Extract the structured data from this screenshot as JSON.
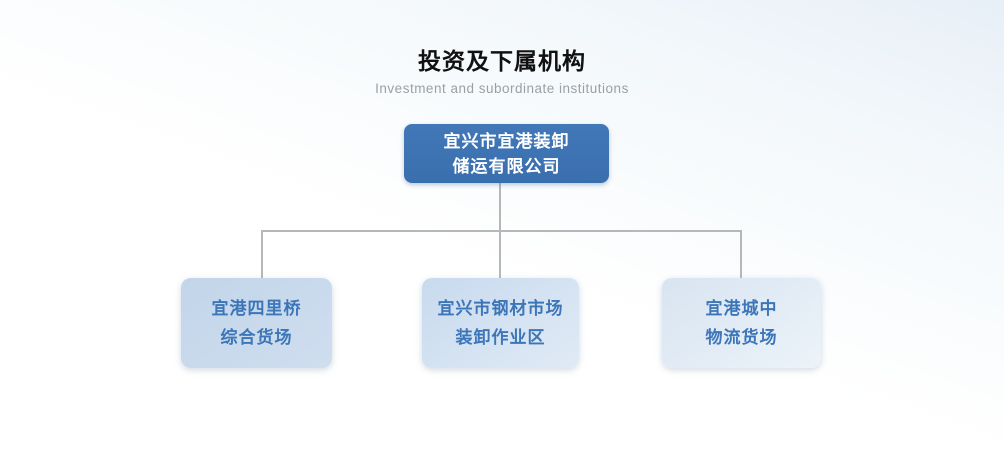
{
  "header": {
    "title": "投资及下属机构",
    "subtitle": "Investment and subordinate institutions"
  },
  "org_chart": {
    "root": {
      "label_line1": "宜兴市宜港装卸",
      "label_line2": "储运有限公司"
    },
    "children": [
      {
        "label_line1": "宜港四里桥",
        "label_line2": "综合货场"
      },
      {
        "label_line1": "宜兴市钢材市场",
        "label_line2": "装卸作业区"
      },
      {
        "label_line1": "宜港城中",
        "label_line2": "物流货场"
      }
    ]
  },
  "colors": {
    "root_box_fill": "#3e74b4",
    "root_box_text": "#ffffff",
    "child_box_fill_dark": "#c5d7ea",
    "child_box_fill_light": "#ecf3f9",
    "child_box_text": "#3c76b9",
    "connector_line": "#b5b8ba",
    "title_text": "#111111",
    "subtitle_text": "#9aa0a4"
  }
}
